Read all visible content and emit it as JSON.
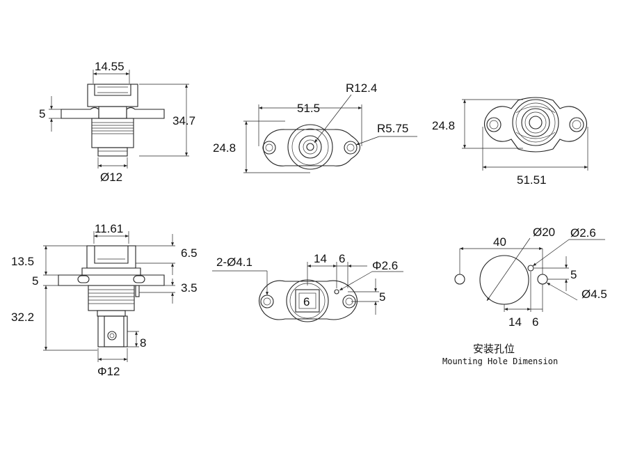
{
  "views": {
    "front_top": {
      "width": "14.55",
      "flange": "5",
      "height": "34.7",
      "dia": "Ø12"
    },
    "top_mid": {
      "length": "51.5",
      "height": "24.8",
      "radius_center": "R12.4",
      "radius_end": "R5.75"
    },
    "iso_right": {
      "height": "24.8",
      "length": "51.51"
    },
    "front_bottom": {
      "width": "11.61",
      "top_h": "13.5",
      "flange": "5",
      "lower_h": "32.2",
      "right_top": "6.5",
      "right_mid": "3.5",
      "hole": "8",
      "dia": "Φ12"
    },
    "top_bottom": {
      "holes": "2-Ø4.1",
      "spacing": "14",
      "offset": "6",
      "small_hole": "Φ2.6",
      "slot": "6",
      "vert": "5"
    },
    "mounting": {
      "span": "40",
      "big_dia": "Ø20",
      "small_dia": "Ø2.6",
      "vert": "5",
      "right_dia": "Ø4.5",
      "h1": "14",
      "h2": "6",
      "caption_cn": "安装孔位",
      "caption_en": "Mounting Hole Dimension"
    }
  }
}
